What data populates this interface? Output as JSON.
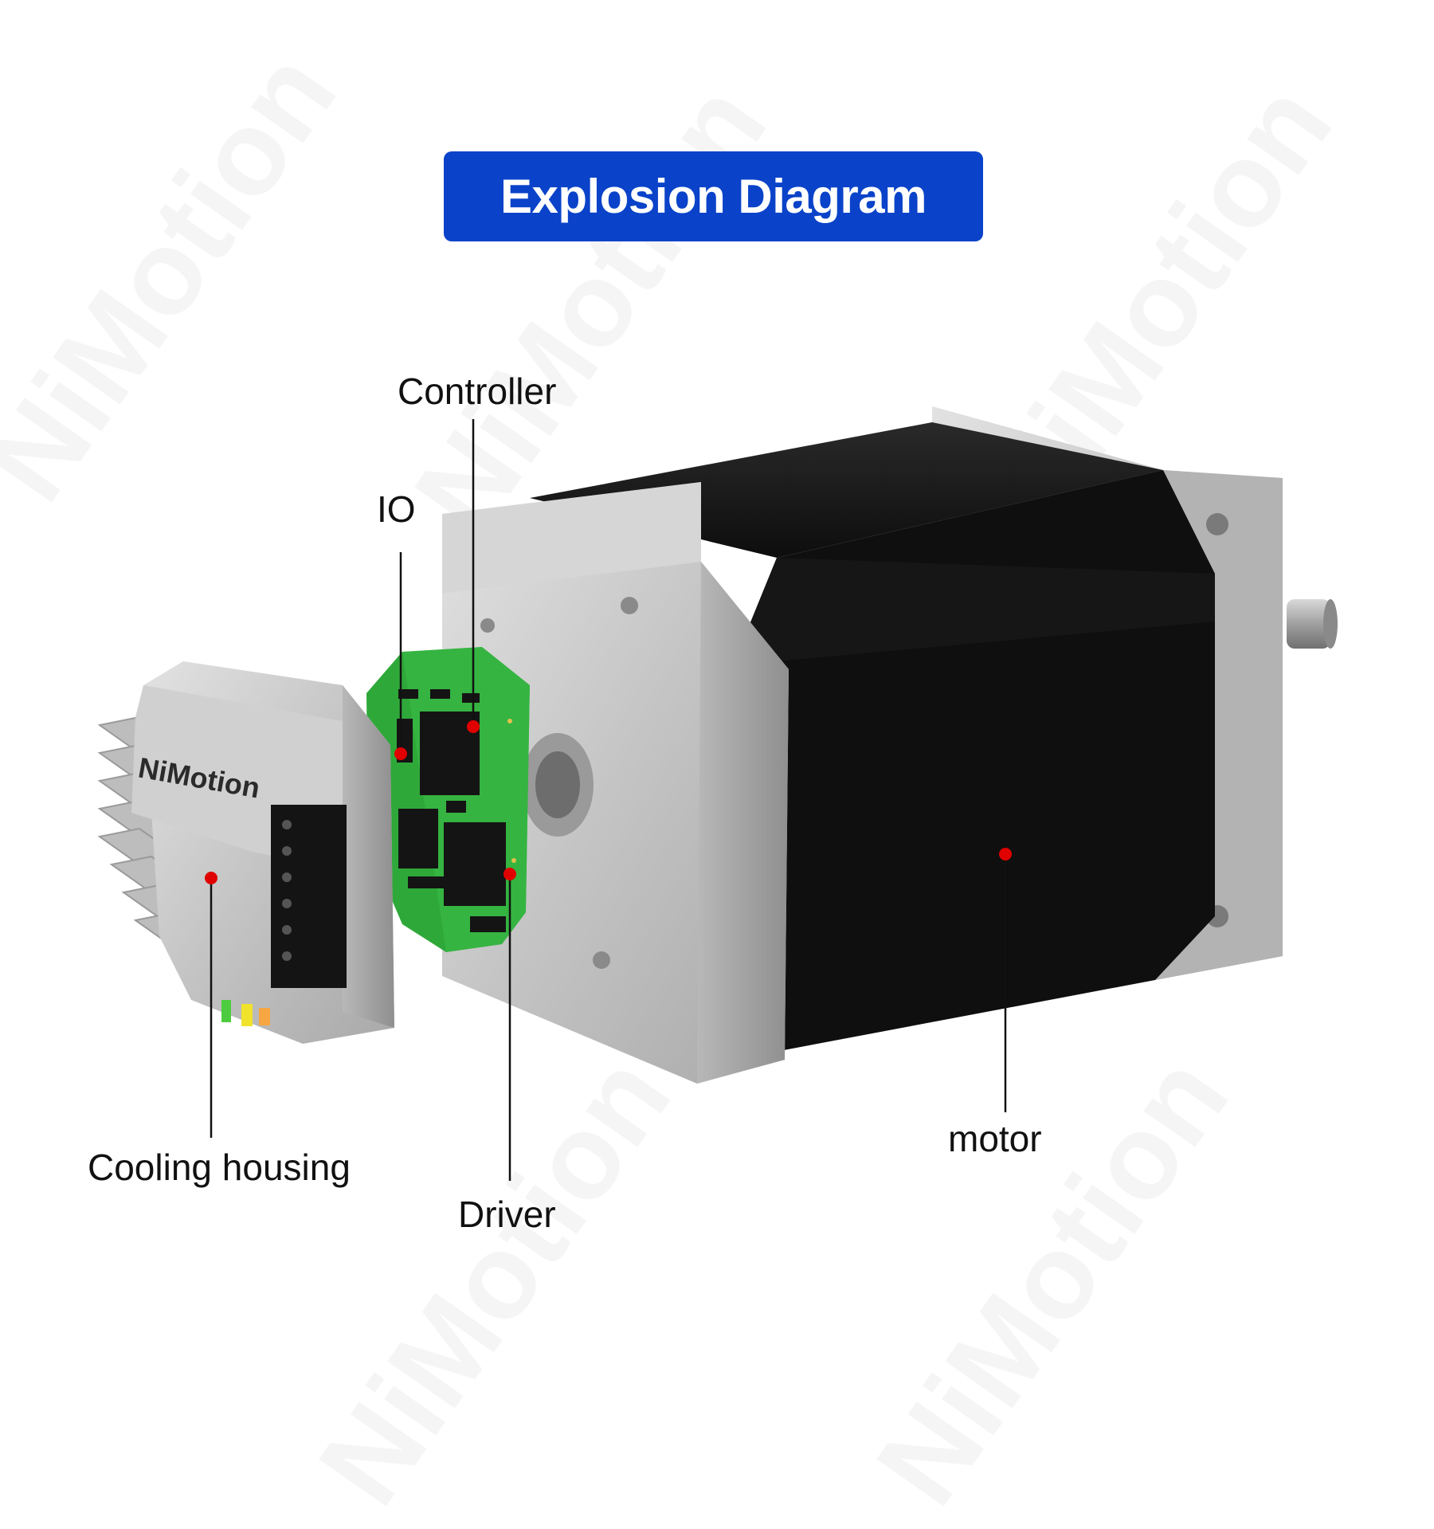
{
  "title": "Explosion Diagram",
  "product_brand": "NiMotion",
  "watermark_text": "NiMotion",
  "callouts": {
    "controller": "Controller",
    "io": "IO",
    "cooling_housing": "Cooling housing",
    "driver": "Driver",
    "motor": "motor"
  },
  "colors": {
    "banner": "#0a43c9",
    "callout_dot": "#e00000",
    "pcb": "#2fa83a",
    "motor_body": "#111111",
    "aluminium": "#c9c9c9"
  }
}
